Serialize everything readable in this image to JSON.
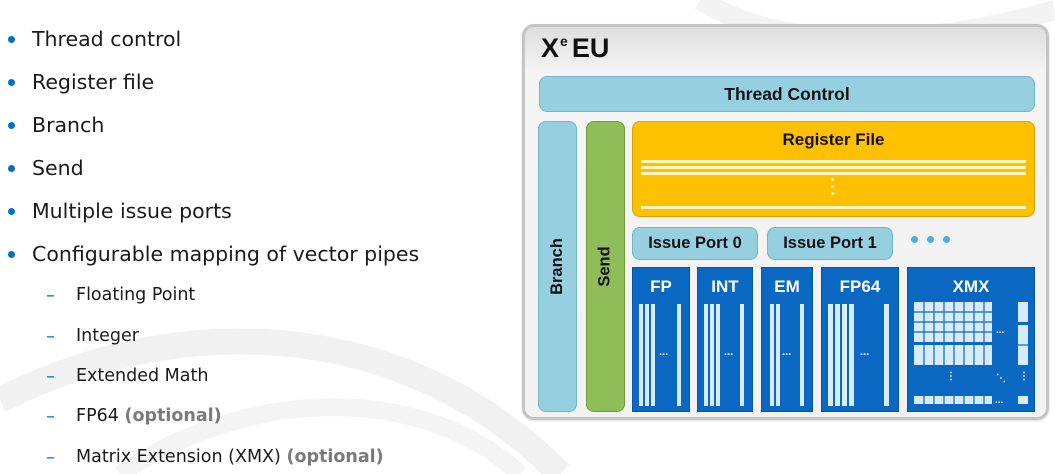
{
  "bullets": [
    "Thread control",
    "Register file",
    "Branch",
    "Send",
    "Multiple issue ports",
    "Configurable mapping of vector pipes"
  ],
  "sub_bullets": [
    {
      "text": "Floating Point",
      "optional": ""
    },
    {
      "text": "Integer",
      "optional": ""
    },
    {
      "text": "Extended Math",
      "optional": ""
    },
    {
      "text": "FP64",
      "optional": "(optional)"
    },
    {
      "text": "Matrix Extension (XMX)",
      "optional": "(optional)"
    }
  ],
  "markers": {
    "bullet": "•",
    "dash": "–"
  },
  "diagram": {
    "title_x": "X",
    "title_sup": "e",
    "title_rest": "EU",
    "thread_control": "Thread Control",
    "branch": "Branch",
    "send": "Send",
    "register_file": "Register File",
    "issue_port_0": "Issue Port 0",
    "issue_port_1": "Issue Port 1",
    "pipes": {
      "fp": "FP",
      "int": "INT",
      "em": "EM",
      "fp64": "FP64",
      "xmx": "XMX"
    },
    "ellipsis": "...",
    "vdots": "⋮",
    "ddots": "⋱"
  },
  "colors": {
    "accent_blue": "#0071c5",
    "light_blue": "#95cfe0",
    "green": "#8fbd5a",
    "gold": "#ffc000",
    "pipe_blue": "#0a67c2"
  }
}
